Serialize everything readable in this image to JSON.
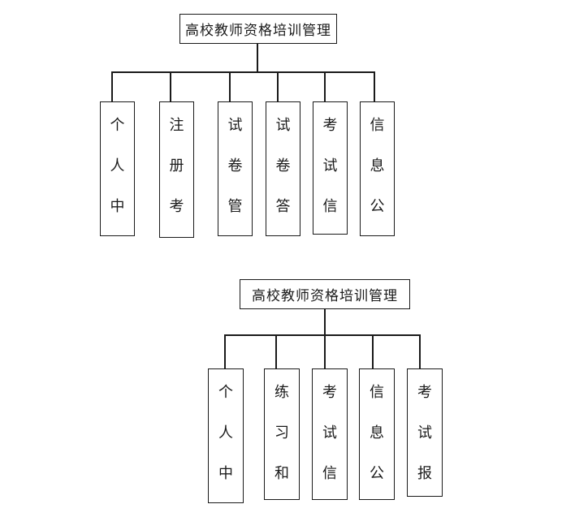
{
  "diagram1": {
    "root": "高校教师资格培训管理",
    "leaves": [
      {
        "chars": [
          "个",
          "人",
          "中"
        ]
      },
      {
        "chars": [
          "注",
          "册",
          "考"
        ]
      },
      {
        "chars": [
          "试",
          "卷",
          "管"
        ]
      },
      {
        "chars": [
          "试",
          "卷",
          "答"
        ]
      },
      {
        "chars": [
          "考",
          "试",
          "信"
        ]
      },
      {
        "chars": [
          "信",
          "息",
          "公"
        ]
      }
    ]
  },
  "diagram2": {
    "root": "高校教师资格培训管理",
    "leaves": [
      {
        "chars": [
          "个",
          "人",
          "中"
        ]
      },
      {
        "chars": [
          "练",
          "习",
          "和"
        ]
      },
      {
        "chars": [
          "考",
          "试",
          "信"
        ]
      },
      {
        "chars": [
          "信",
          "息",
          "公"
        ]
      },
      {
        "chars": [
          "考",
          "试",
          "报"
        ]
      }
    ]
  }
}
